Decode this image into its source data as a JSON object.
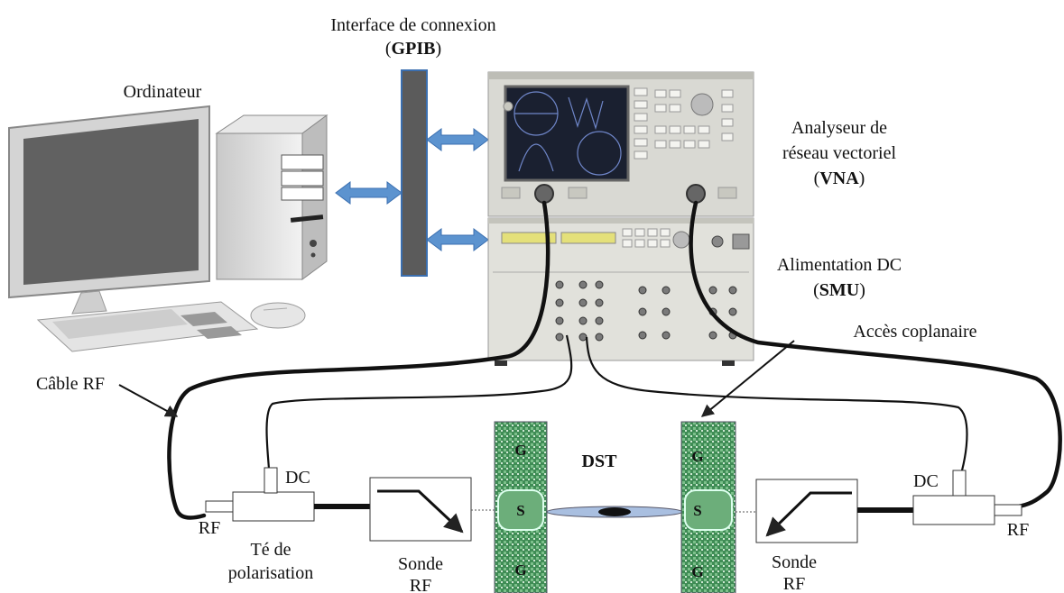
{
  "labels": {
    "interface_line1": "Interface de connexion",
    "interface_line2_pre": "(",
    "interface_line2_bold": "GPIB",
    "interface_line2_post": ")",
    "ordinateur": "Ordinateur",
    "vna_line1": "Analyseur de",
    "vna_line2": "réseau vectoriel",
    "vna_line3_pre": "(",
    "vna_line3_bold": "VNA",
    "vna_line3_post": ")",
    "smu_line1": "Alimentation DC",
    "smu_line2_pre": "(",
    "smu_line2_bold": "SMU",
    "smu_line2_post": ")",
    "acces": "Accès coplanaire",
    "cable": "Câble RF",
    "dst": "DST",
    "dc_left": "DC",
    "dc_right": "DC",
    "rf_left": "RF",
    "rf_right": "RF",
    "te_line1": "Té de",
    "te_line2": "polarisation",
    "sonde_left_line1": "Sonde",
    "sonde_left_line2": "RF",
    "sonde_right_line1": "Sonde",
    "sonde_right_line2": "RF"
  },
  "pads_left": [
    "G",
    "S",
    "G"
  ],
  "pads_right": [
    "G",
    "S",
    "G"
  ],
  "colors": {
    "bus": "#5b5b5b",
    "bus_border": "#3b6fb0",
    "arrow": "#4f86c6",
    "pad_green": "#4f9a5e",
    "instrument": "#d8d8d2",
    "screen": "#1a2030"
  }
}
